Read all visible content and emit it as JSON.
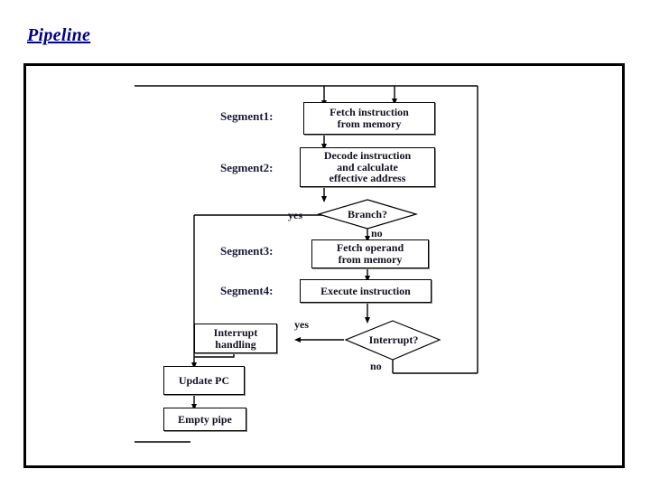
{
  "slide": {
    "title": "Pipeline"
  },
  "diagram": {
    "type": "flowchart",
    "segment_labels": [
      {
        "id": "segment1",
        "text": "Segment1:"
      },
      {
        "id": "segment2",
        "text": "Segment2:"
      },
      {
        "id": "segment3",
        "text": "Segment3:"
      },
      {
        "id": "segment4",
        "text": "Segment4:"
      }
    ],
    "nodes": [
      {
        "id": "fetch-instruction",
        "shape": "rect",
        "text": "Fetch instruction\nfrom memory"
      },
      {
        "id": "decode-instruction",
        "shape": "rect",
        "text": "Decode instruction\nand calculate\neffective address"
      },
      {
        "id": "branch",
        "shape": "diamond",
        "text": "Branch?"
      },
      {
        "id": "fetch-operand",
        "shape": "rect",
        "text": "Fetch operand\nfrom memory"
      },
      {
        "id": "execute-instruction",
        "shape": "rect",
        "text": "Execute instruction"
      },
      {
        "id": "interrupt",
        "shape": "diamond",
        "text": "Interrupt?"
      },
      {
        "id": "interrupt-handling",
        "shape": "rect",
        "text": "Interrupt\nhandling"
      },
      {
        "id": "update-pc",
        "shape": "rect",
        "text": "Update PC"
      },
      {
        "id": "empty-pipe",
        "shape": "rect",
        "text": "Empty pipe"
      }
    ],
    "edge_labels": [
      {
        "id": "branch-yes",
        "text": "yes"
      },
      {
        "id": "branch-no",
        "text": "no"
      },
      {
        "id": "interrupt-yes",
        "text": "yes"
      },
      {
        "id": "interrupt-no",
        "text": "no"
      }
    ]
  }
}
